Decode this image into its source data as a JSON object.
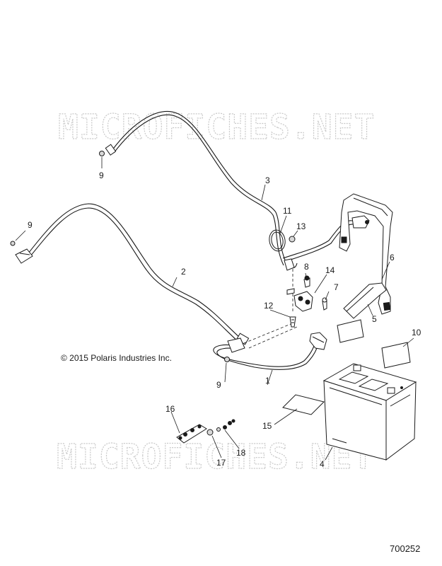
{
  "watermark": {
    "top": "MICROFICHES.NET",
    "bottom": "MICROFICHES.NET"
  },
  "copyright": "© 2015 Polaris Industries Inc.",
  "reference_number": "700252",
  "callouts": {
    "c1": "1",
    "c2": "2",
    "c3": "3",
    "c4": "4",
    "c5": "5",
    "c6": "6",
    "c7": "7",
    "c8": "8",
    "c9a": "9",
    "c9b": "9",
    "c9c": "9",
    "c10": "10",
    "c11": "11",
    "c12": "12",
    "c13": "13",
    "c14": "14",
    "c15": "15",
    "c16": "16",
    "c17": "17",
    "c18": "18"
  }
}
